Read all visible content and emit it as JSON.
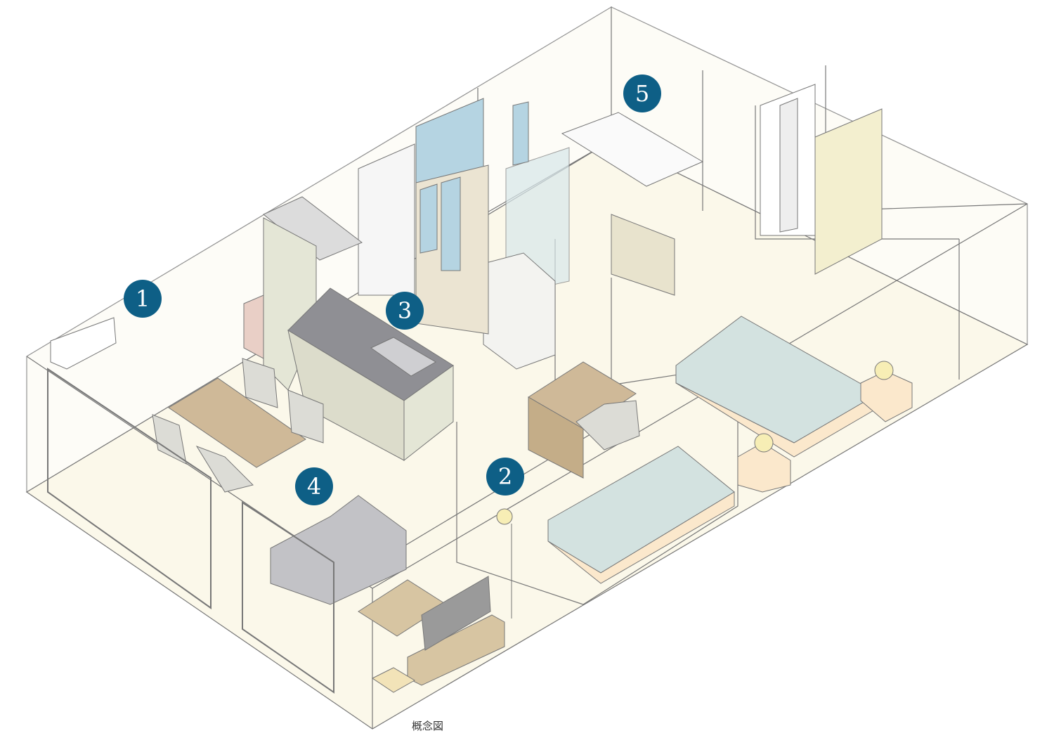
{
  "markers": [
    {
      "label": "1"
    },
    {
      "label": "2"
    },
    {
      "label": "3"
    },
    {
      "label": "4"
    },
    {
      "label": "5"
    }
  ],
  "caption": "概念図",
  "colors": {
    "marker": "#0e5f86",
    "floor": "#fbf8ea",
    "wall_line": "#777777",
    "bed": "#d3e2e0",
    "wood": "#cfb998",
    "glass": "#b5d4e2"
  }
}
